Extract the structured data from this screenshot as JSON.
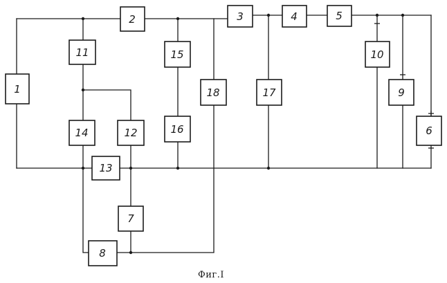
{
  "diagram": {
    "blocks": [
      {
        "id": "b1",
        "label": "1"
      },
      {
        "id": "b2",
        "label": "2"
      },
      {
        "id": "b3",
        "label": "3"
      },
      {
        "id": "b4",
        "label": "4"
      },
      {
        "id": "b5",
        "label": "5"
      },
      {
        "id": "b6",
        "label": "6"
      },
      {
        "id": "b7",
        "label": "7"
      },
      {
        "id": "b8",
        "label": "8"
      },
      {
        "id": "b9",
        "label": "9"
      },
      {
        "id": "b10",
        "label": "10"
      },
      {
        "id": "b11",
        "label": "11"
      },
      {
        "id": "b12",
        "label": "12"
      },
      {
        "id": "b13",
        "label": "13"
      },
      {
        "id": "b14",
        "label": "14"
      },
      {
        "id": "b15",
        "label": "15"
      },
      {
        "id": "b16",
        "label": "16"
      },
      {
        "id": "b17",
        "label": "17"
      },
      {
        "id": "b18",
        "label": "18"
      }
    ],
    "caption": "Фиг.I"
  }
}
